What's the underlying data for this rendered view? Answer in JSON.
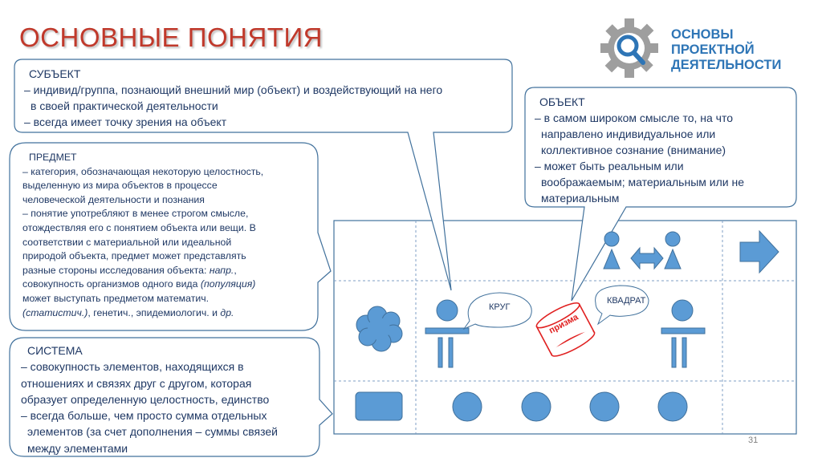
{
  "title": "ОСНОВНЫЕ ПОНЯТИЯ",
  "logo": {
    "line1": "ОСНОВЫ",
    "line2": "ПРОЕКТНОЙ",
    "line3": "ДЕЯТЕЛЬНОСТИ"
  },
  "subject": {
    "heading": "СУБЪЕКТ",
    "line1": "– индивид/группа, познающий внешний мир (объект) и воздействующий на него",
    "line2": "в своей практической деятельности",
    "line3": "– всегда имеет точку зрения на объект"
  },
  "object": {
    "heading": "ОБЪЕКТ",
    "line1": "– в самом широком смысле то, на что",
    "line2": "направлено индивидуальное или",
    "line3": "коллективное сознание (внимание)",
    "line4": "– может быть реальным или",
    "line5": "воображаемым; материальным или не",
    "line6": "материальным"
  },
  "predmet": {
    "heading": "ПРЕДМЕТ",
    "l1": "– категория, обозначающая некоторую целостность,",
    "l2": "выделенную из мира объектов в процессе",
    "l3": "человеческой деятельности и познания",
    "l4": "– понятие употребляют в менее строгом смысле,",
    "l5": "отождествляя его с понятием объекта или вещи. В",
    "l6": "соответствии с материальной или идеальной",
    "l7": "природой объекта, предмет может представлять",
    "l8a": "разные стороны исследования объекта: ",
    "l8b": "напр.",
    "l8c": ",",
    "l9a": "совокупность организмов одного вида ",
    "l9b": "(популяция)",
    "l10": "может выступать предметом математич.",
    "l11a": "(статистич.)",
    "l11b": ", генетич., эпидемиологич. и ",
    "l11c": "др."
  },
  "system": {
    "heading": "СИСТЕМА",
    "line1": "– совокупность элементов, находящихся в",
    "line2": "отношениях и связях друг с другом, которая",
    "line3": "образует определенную целостность, единство",
    "line4": "– всегда больше, чем просто сумма отдельных",
    "line5": "элементов (за счет дополнения – суммы связей",
    "line6": "между элементами"
  },
  "diagram_labels": {
    "circle": "КРУГ",
    "square": "КВАДРАТ",
    "prism": "призма"
  },
  "page_number": "31",
  "colors": {
    "title": "#c0392b",
    "shape_fill": "#5b9bd5",
    "shape_stroke": "#41719c",
    "text": "#1f3864",
    "prism": "#e02020",
    "logo": "#2e75b6",
    "gear": "#9e9e9e"
  }
}
